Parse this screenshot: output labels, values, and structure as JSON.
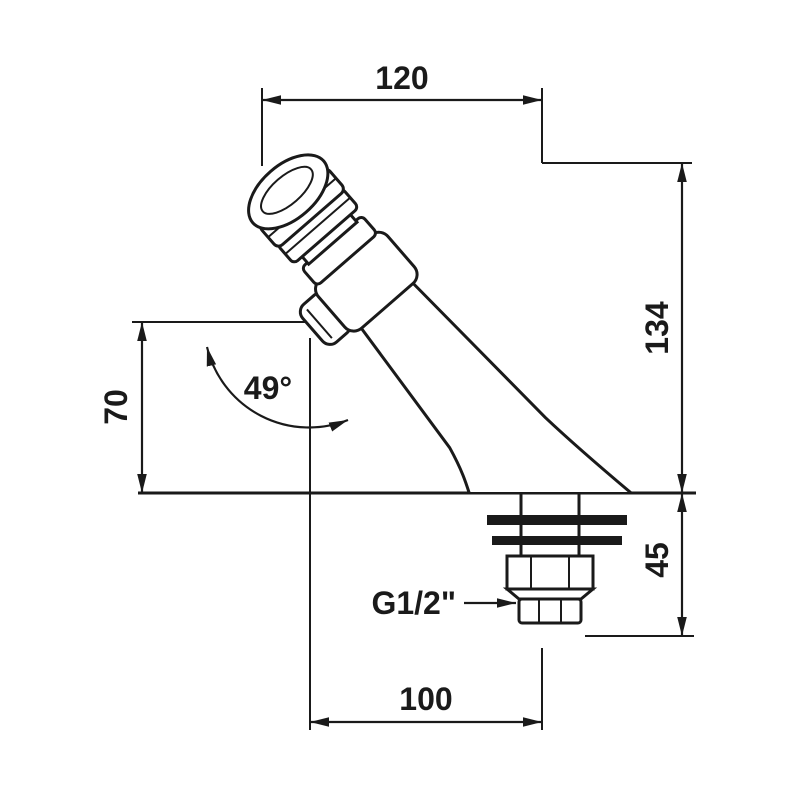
{
  "drawing": {
    "name": "self-closing-tap-technical-drawing",
    "background": "#ffffff",
    "line_color": "#1a1a1a",
    "dimensions": {
      "top_width": "120",
      "overall_height": "134",
      "spout_height": "70",
      "spout_angle": "49°",
      "shank_depth": "45",
      "bottom_width": "100",
      "thread_size": "G1/2\""
    }
  }
}
